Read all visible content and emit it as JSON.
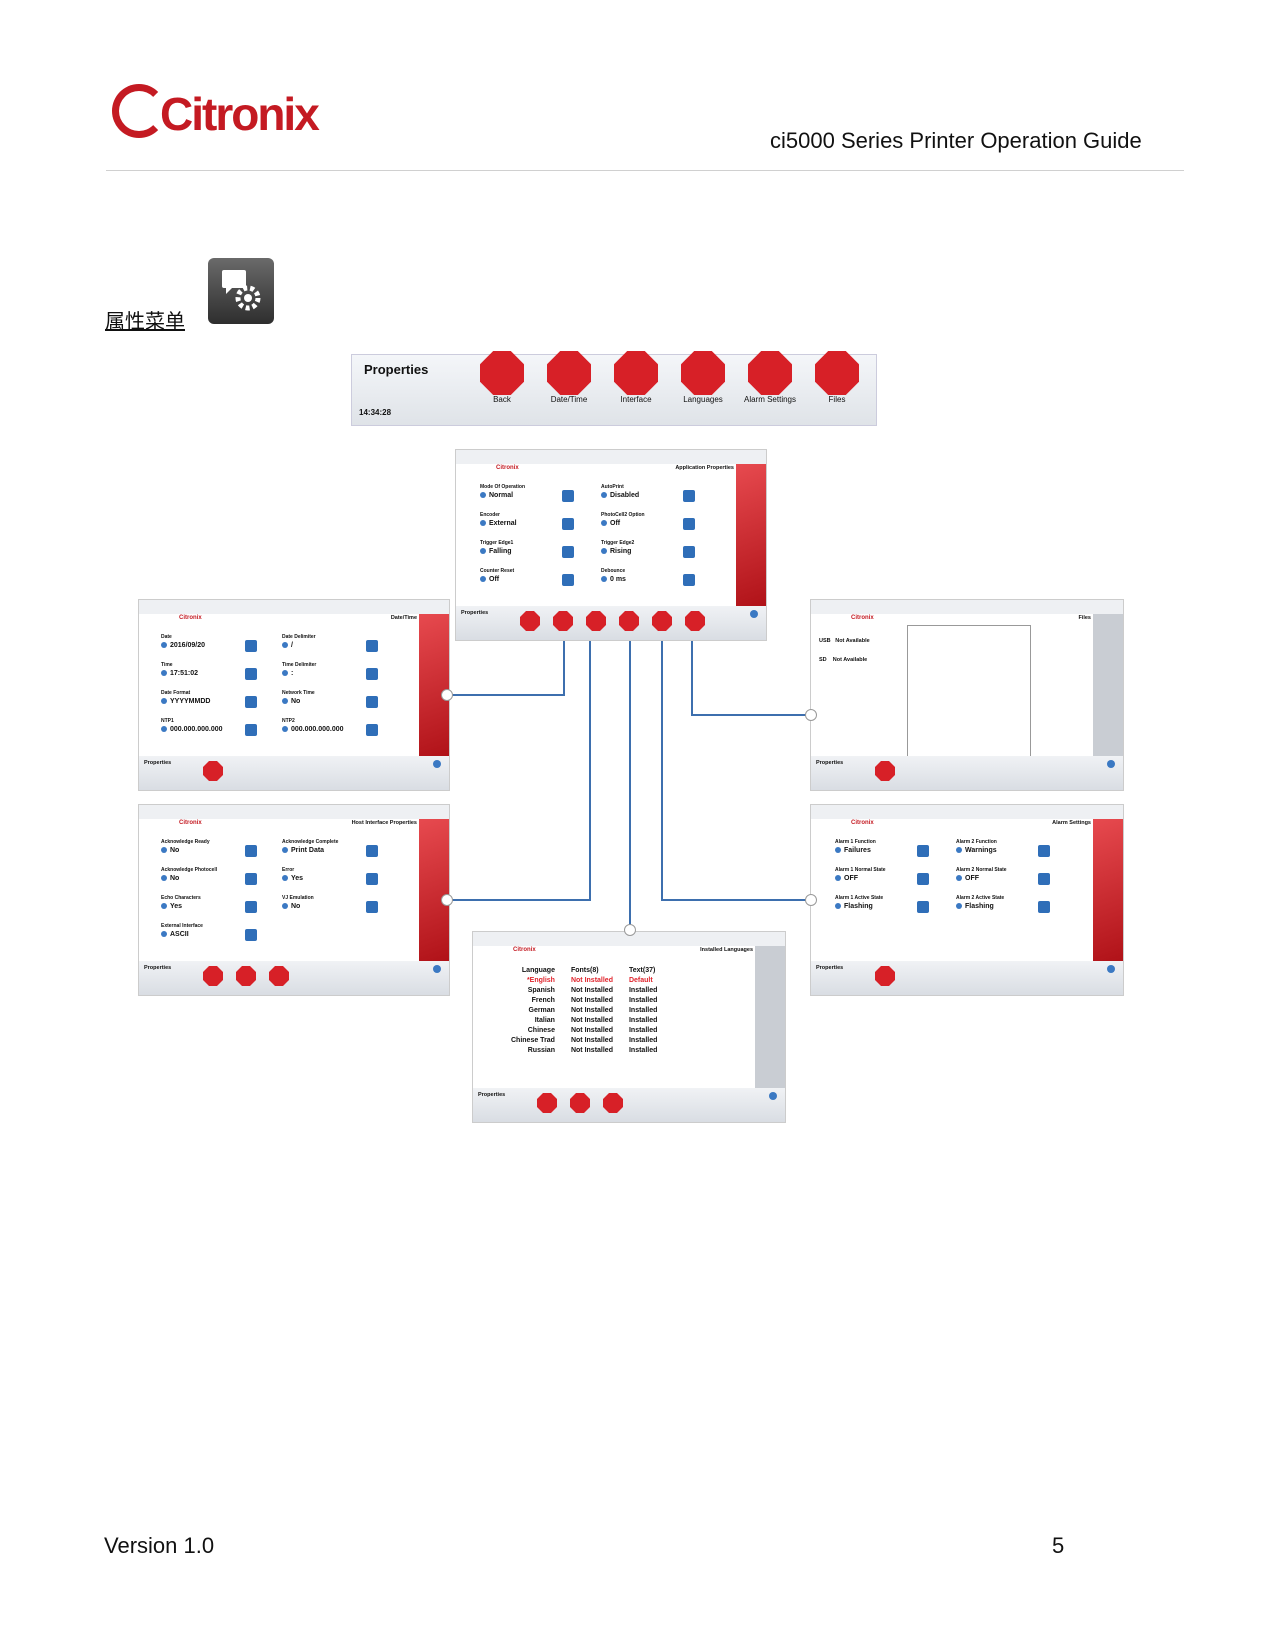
{
  "header": {
    "brand": "Citronix",
    "doc_title": "ci5000 Series Printer Operation Guide"
  },
  "section": {
    "title": "属性菜单"
  },
  "toolbar": {
    "title": "Properties",
    "time": "14:34:28",
    "buttons": [
      "Back",
      "Date/Time",
      "Interface",
      "Languages",
      "Alarm Settings",
      "Files"
    ]
  },
  "app_props": {
    "title": "Application Properties",
    "fields": [
      {
        "label": "Mode Of Operation",
        "value": "Normal"
      },
      {
        "label": "AutoPrint",
        "value": "Disabled"
      },
      {
        "label": "Encoder",
        "value": "External"
      },
      {
        "label": "PhotoCell2 Option",
        "value": "Off"
      },
      {
        "label": "Trigger Edge1",
        "value": "Falling"
      },
      {
        "label": "Trigger Edge2",
        "value": "Rising"
      },
      {
        "label": "Counter Reset",
        "value": "Off"
      },
      {
        "label": "Debounce",
        "value": "0 ms"
      }
    ]
  },
  "datetime": {
    "title": "Date/Time",
    "fields": [
      {
        "label": "Date",
        "value": "2016/09/20"
      },
      {
        "label": "Date Delimiter",
        "value": "/"
      },
      {
        "label": "Time",
        "value": "17:51:02"
      },
      {
        "label": "Time Delimiter",
        "value": ":"
      },
      {
        "label": "Date Format",
        "value": "YYYYMMDD"
      },
      {
        "label": "Network Time",
        "value": "No"
      },
      {
        "label": "NTP1",
        "value": "000.000.000.000"
      },
      {
        "label": "NTP2",
        "value": "000.000.000.000"
      }
    ]
  },
  "files": {
    "title": "Files",
    "usb": "USB",
    "usb_val": "Not Available",
    "sd": "SD",
    "sd_val": "Not Available"
  },
  "host": {
    "title": "Host Interface Properties",
    "fields": [
      {
        "label": "Acknowledge Ready",
        "value": "No"
      },
      {
        "label": "Acknowledge Complete",
        "value": "Print Data"
      },
      {
        "label": "Acknowledge Photocell",
        "value": "No"
      },
      {
        "label": "Error",
        "value": "Yes"
      },
      {
        "label": "Echo Characters",
        "value": "Yes"
      },
      {
        "label": "VJ Emulation",
        "value": "No"
      },
      {
        "label": "External Interface",
        "value": "ASCII"
      }
    ]
  },
  "alarm": {
    "title": "Alarm Settings",
    "fields": [
      {
        "label": "Alarm 1 Function",
        "value": "Failures"
      },
      {
        "label": "Alarm 2 Function",
        "value": "Warnings"
      },
      {
        "label": "Alarm 1 Normal State",
        "value": "OFF"
      },
      {
        "label": "Alarm 2 Normal State",
        "value": "OFF"
      },
      {
        "label": "Alarm 1 Active State",
        "value": "Flashing"
      },
      {
        "label": "Alarm 2 Active State",
        "value": "Flashing"
      }
    ]
  },
  "languages": {
    "title": "Installed Languages",
    "headers": [
      "Language",
      "Fonts(8)",
      "Text(37)"
    ],
    "rows": [
      [
        "*English",
        "Not Installed",
        "Default"
      ],
      [
        "Spanish",
        "Not Installed",
        "Installed"
      ],
      [
        "French",
        "Not Installed",
        "Installed"
      ],
      [
        "German",
        "Not Installed",
        "Installed"
      ],
      [
        "Italian",
        "Not Installed",
        "Installed"
      ],
      [
        "Chinese",
        "Not Installed",
        "Installed"
      ],
      [
        "Chinese Trad",
        "Not Installed",
        "Installed"
      ],
      [
        "Russian",
        "Not Installed",
        "Installed"
      ]
    ]
  },
  "footer": {
    "version": "Version 1.0",
    "page": "5"
  }
}
